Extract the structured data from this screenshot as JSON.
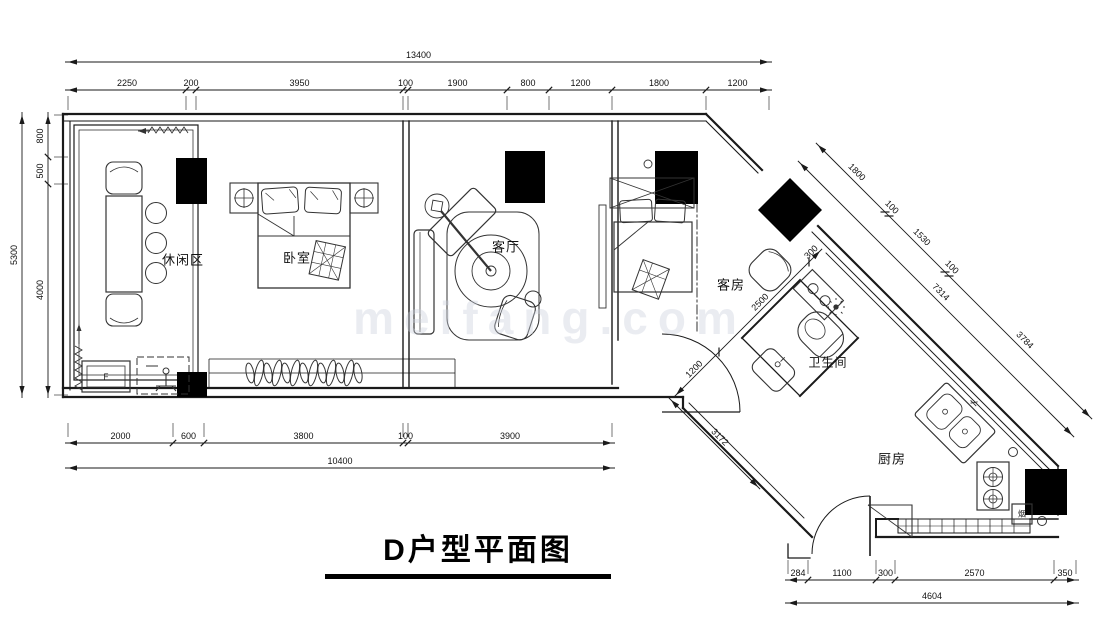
{
  "title": "D户型平面图",
  "watermark": "meifang.com",
  "rooms": [
    {
      "id": "leisure",
      "label": "休闲区"
    },
    {
      "id": "bedroom",
      "label": "卧室"
    },
    {
      "id": "living",
      "label": "客厅"
    },
    {
      "id": "guest",
      "label": "客房"
    },
    {
      "id": "bathroom",
      "label": "卫生间"
    },
    {
      "id": "kitchen",
      "label": "厨房"
    }
  ],
  "annotations": {
    "distribution_box": "F",
    "range_hood": "烟"
  },
  "dims": {
    "top_total": "13400",
    "top_segments": [
      "2250",
      "200",
      "3950",
      "100",
      "1900",
      "800",
      "1200",
      "1800",
      "1200"
    ],
    "left_total": "5300",
    "left_segments": [
      "800",
      "500",
      "4000"
    ],
    "bottom_total": "10400",
    "bottom_segments": [
      "2000",
      "600",
      "3800",
      "100",
      "3900"
    ],
    "entry_total": "4604",
    "entry_segments": [
      "284",
      "1100",
      "300",
      "2570",
      "350"
    ],
    "diag_total": "7314",
    "diag_segments": [
      "1800",
      "100",
      "1530",
      "100",
      "3784"
    ],
    "bath_segments": [
      "300",
      "2500",
      "1200"
    ],
    "hall_depth": "3172"
  },
  "colors": {
    "line": "#1a1a1a",
    "column_fill": "#000000",
    "watermark": "#ccd2de",
    "background": "#ffffff"
  }
}
